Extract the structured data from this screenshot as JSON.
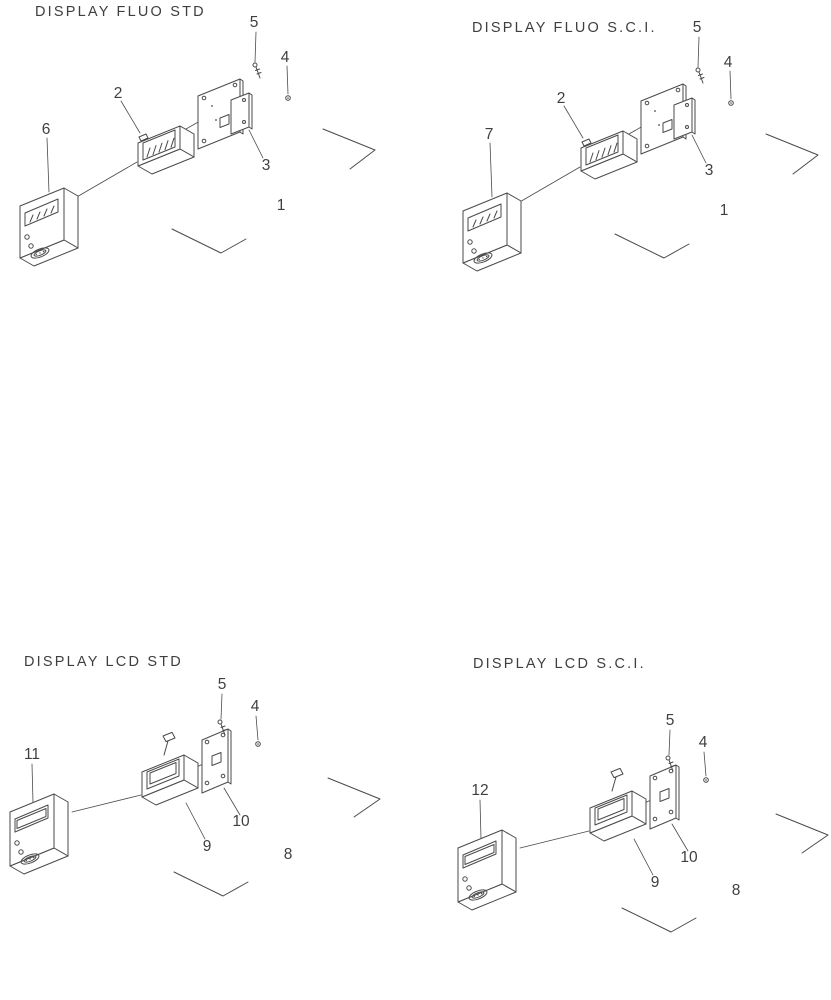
{
  "palette": {
    "background": "#ffffff",
    "line_color": "#4a4a4a",
    "text_color": "#3f3f3f"
  },
  "diagrams": [
    {
      "id": "fluo-std",
      "title": "DISPLAY FLUO STD",
      "parts": [
        "5",
        "4",
        "2",
        "6",
        "3",
        "1"
      ]
    },
    {
      "id": "fluo-sci",
      "title": "DISPLAY FLUO S.C.I.",
      "parts": [
        "5",
        "4",
        "2",
        "7",
        "3",
        "1"
      ]
    },
    {
      "id": "lcd-std",
      "title": "DISPLAY LCD STD",
      "parts": [
        "5",
        "4",
        "11",
        "9",
        "10",
        "8"
      ]
    },
    {
      "id": "lcd-sci",
      "title": "DISPLAY LCD S.C.I.",
      "parts": [
        "5",
        "4",
        "12",
        "9",
        "10",
        "8"
      ]
    }
  ]
}
